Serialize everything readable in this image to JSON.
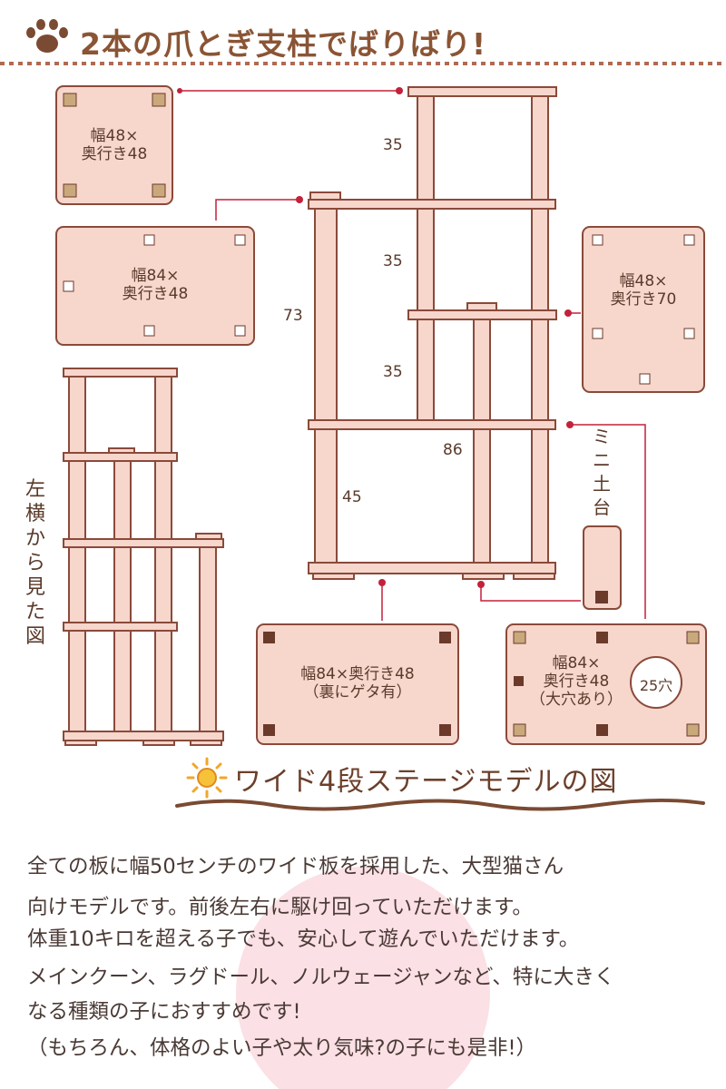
{
  "header": {
    "title": "2本の爪とぎ支柱でばりばり!",
    "icon": "paw-icon"
  },
  "colors": {
    "panel_fill": "#f7d6cc",
    "outline": "#8a4a3a",
    "leader": "#c4213a",
    "dark_square": "#6b3a2a",
    "tan_square": "#c9a97c",
    "dots": "#b06a52",
    "pink_circle": "#fbdfe4"
  },
  "panels": {
    "top_left": {
      "line1": "幅48×",
      "line2": "奥行き48"
    },
    "mid_left": {
      "line1": "幅84×",
      "line2": "奥行き48"
    },
    "right": {
      "line1": "幅48×",
      "line2": "奥行き70"
    },
    "bottom_left": {
      "line1": "幅84×奥行き48",
      "line2": "（裏にゲタ有）"
    },
    "bottom_right": {
      "line1": "幅84×",
      "line2": "奥行き48",
      "line3": "（大穴あり）",
      "hole": "25穴"
    }
  },
  "dimensions": {
    "d35a": "35",
    "d35b": "35",
    "d35c": "35",
    "d45": "45",
    "d73": "73",
    "d86": "86"
  },
  "side_view_label": [
    "左",
    "横",
    "か",
    "ら",
    "見",
    "た",
    "図"
  ],
  "mini_stand_label": [
    "ミ",
    "ニ",
    "土",
    "台"
  ],
  "model_title": "ワイド4段ステージモデルの図",
  "body_lines": [
    "全ての板に幅50センチのワイド板を採用した、大型猫さん",
    "向けモデルです。前後左右に駆け回っていただけます。",
    "体重10キロを超える子でも、安心して遊んでいただけます。",
    "メインクーン、ラグドール、ノルウェージャンなど、特に大きく",
    "なる種類の子におすすめです!",
    "（もちろん、体格のよい子や太り気味?の子にも是非!）"
  ]
}
